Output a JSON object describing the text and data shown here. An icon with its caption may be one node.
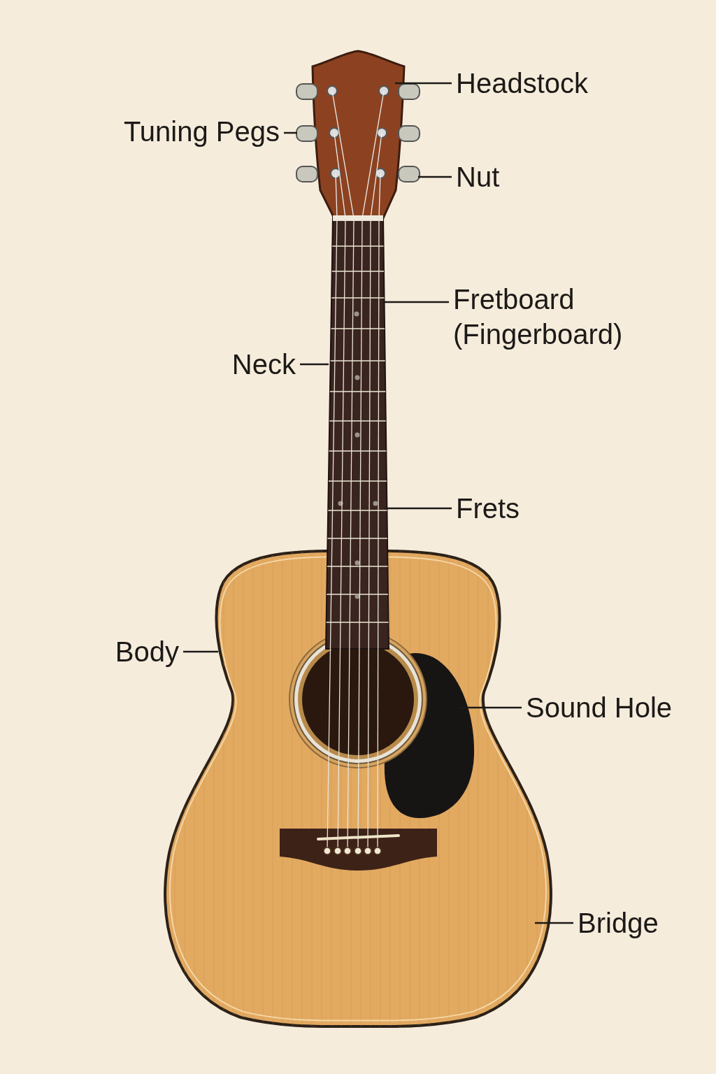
{
  "diagram": {
    "nodes": [
      {
        "text": [
          "Headstock"
        ]
      },
      {
        "text": [
          "Tuning Pegs"
        ]
      },
      {
        "text": [
          "Nut"
        ]
      },
      {
        "text": [
          "Fretboard (Fingerboard)"
        ]
      },
      {
        "text": [
          "Neck"
        ]
      },
      {
        "text": [
          "Frets"
        ]
      },
      {
        "text": [
          "Body"
        ]
      },
      {
        "text": [
          "Sound Hole"
        ]
      },
      {
        "text": [
          "Bridge"
        ]
      }
    ],
    "edges": [
      {
        "from": 0,
        "to": null,
        "arrow": "none"
      },
      {
        "from": 1,
        "to": null,
        "arrow": "none"
      },
      {
        "from": 2,
        "to": null,
        "arrow": "none"
      },
      {
        "from": 3,
        "to": null,
        "arrow": "none"
      },
      {
        "from": 4,
        "to": null,
        "arrow": "none"
      },
      {
        "from": 5,
        "to": null,
        "arrow": "none"
      },
      {
        "from": 6,
        "to": null,
        "arrow": "none"
      },
      {
        "from": 7,
        "to": null,
        "arrow": "none"
      },
      {
        "from": 8,
        "to": null,
        "arrow": "none"
      }
    ]
  }
}
